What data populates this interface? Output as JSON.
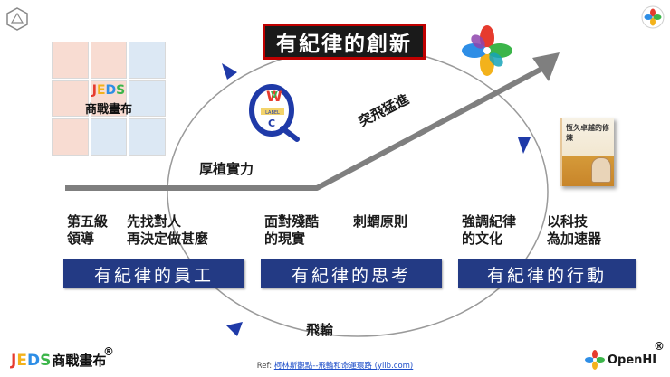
{
  "title": "有紀律的創新",
  "labels": {
    "foundation": "厚植實力",
    "breakthrough": "突飛猛進",
    "flywheel": "飛輪"
  },
  "columns": [
    {
      "box": "有紀律的員工",
      "left_lines": [
        "第五級",
        "領導"
      ],
      "right_lines": [
        "先找對人",
        "再決定做甚麼"
      ]
    },
    {
      "box": "有紀律的思考",
      "left_lines": [
        "面對殘酷",
        "的現實"
      ],
      "right_lines": [
        "刺蝟原則"
      ]
    },
    {
      "box": "有紀律的行動",
      "left_lines": [
        "強調紀律",
        "的文化"
      ],
      "right_lines": [
        "以科技",
        "為加速器"
      ]
    }
  ],
  "brand": {
    "jeds": "JEDS",
    "chinese": "商戰畫布",
    "registered": "®",
    "openhi": "OpenHI"
  },
  "book": {
    "title": "恆久卓越的修煉"
  },
  "vcq": {
    "v": "V",
    "w": "W",
    "c": "C",
    "q": "Q",
    "ribbon": "LABEL"
  },
  "reference": {
    "prefix": "Ref: ",
    "link_text": "柯林斯觀點--飛輪和命運環路 (ylib.com)"
  },
  "colors": {
    "title_border": "#c00000",
    "title_bg": "#1a1a1a",
    "box_blue": "#233a84",
    "arrow_blue": "#1f3aa8",
    "arrow_gray": "#7f7f7f",
    "grid_pink": "#f8dcd2",
    "grid_blue": "#dce8f4"
  },
  "grid_cells": [
    "#f8dcd2",
    "#f8dcd2",
    "#dce8f4",
    "#f8dcd2",
    "#f8dcd2",
    "#dce8f4",
    "#f8dcd2",
    "#dce8f4",
    "#dce8f4"
  ],
  "icons": [
    "hexagon-logo-icon",
    "colorful-flower-icon",
    "openhi-logo-icon"
  ]
}
